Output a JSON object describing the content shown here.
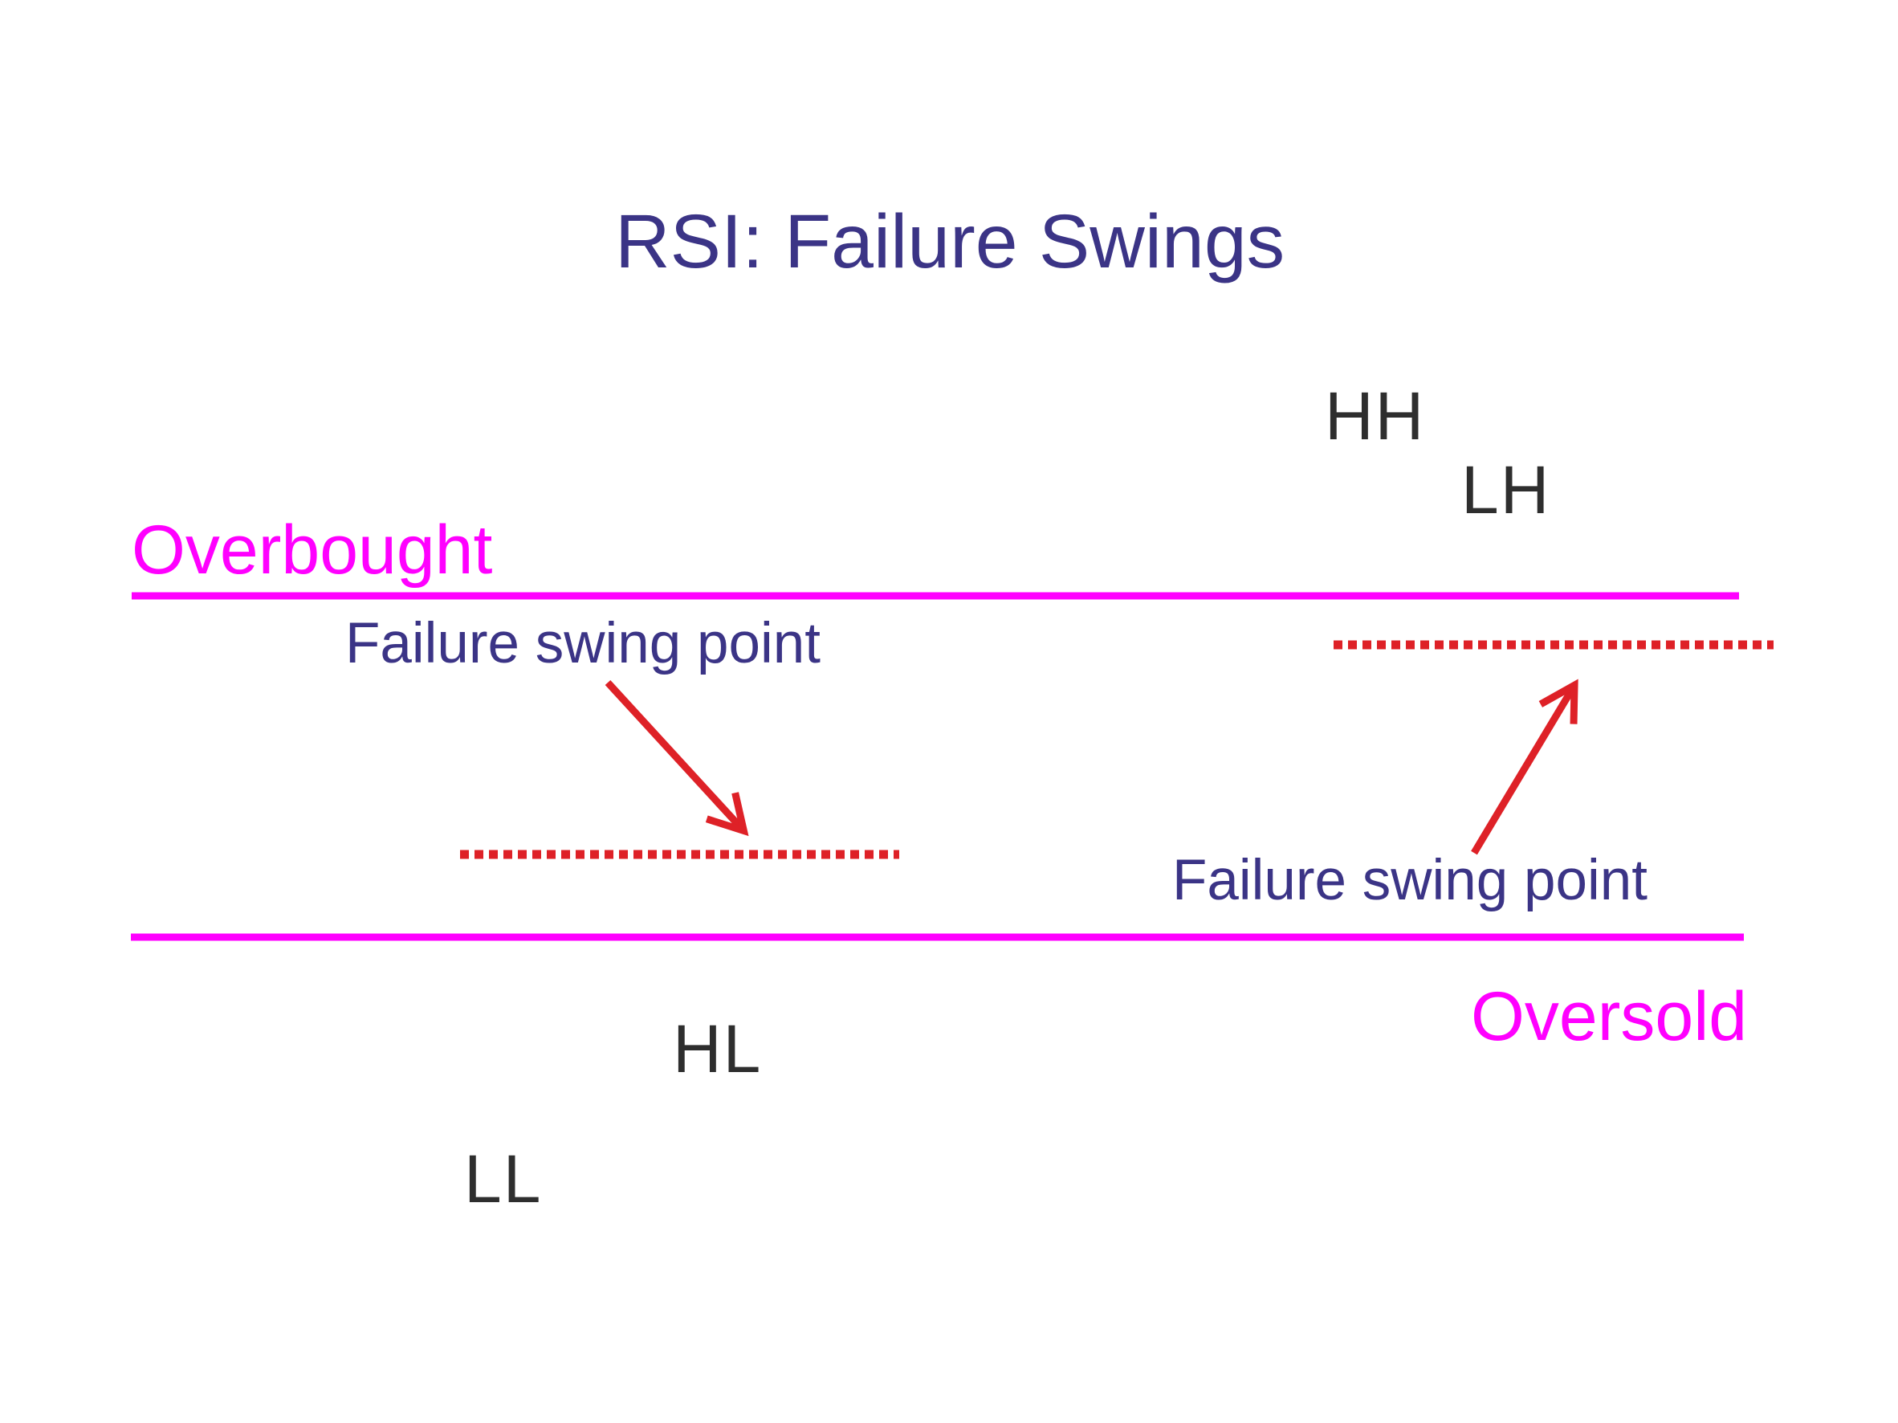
{
  "slide": {
    "title": "RSI: Failure Swings",
    "swing_labels": {
      "hh": "HH",
      "lh": "LH",
      "hl": "HL",
      "ll": "LL"
    },
    "threshold_labels": {
      "overbought": "Overbought",
      "oversold": "Oversold"
    },
    "annotations": {
      "failure_swing_point_left": "Failure swing point",
      "failure_swing_point_right": "Failure swing point"
    },
    "colors": {
      "background": "#FFFFFF",
      "title_text": "#3B3486",
      "annotation_text": "#3B3486",
      "swing_letter_text": "#2E2E2E",
      "threshold": "#FF00FF",
      "annotation_red": "#DE2127"
    }
  }
}
